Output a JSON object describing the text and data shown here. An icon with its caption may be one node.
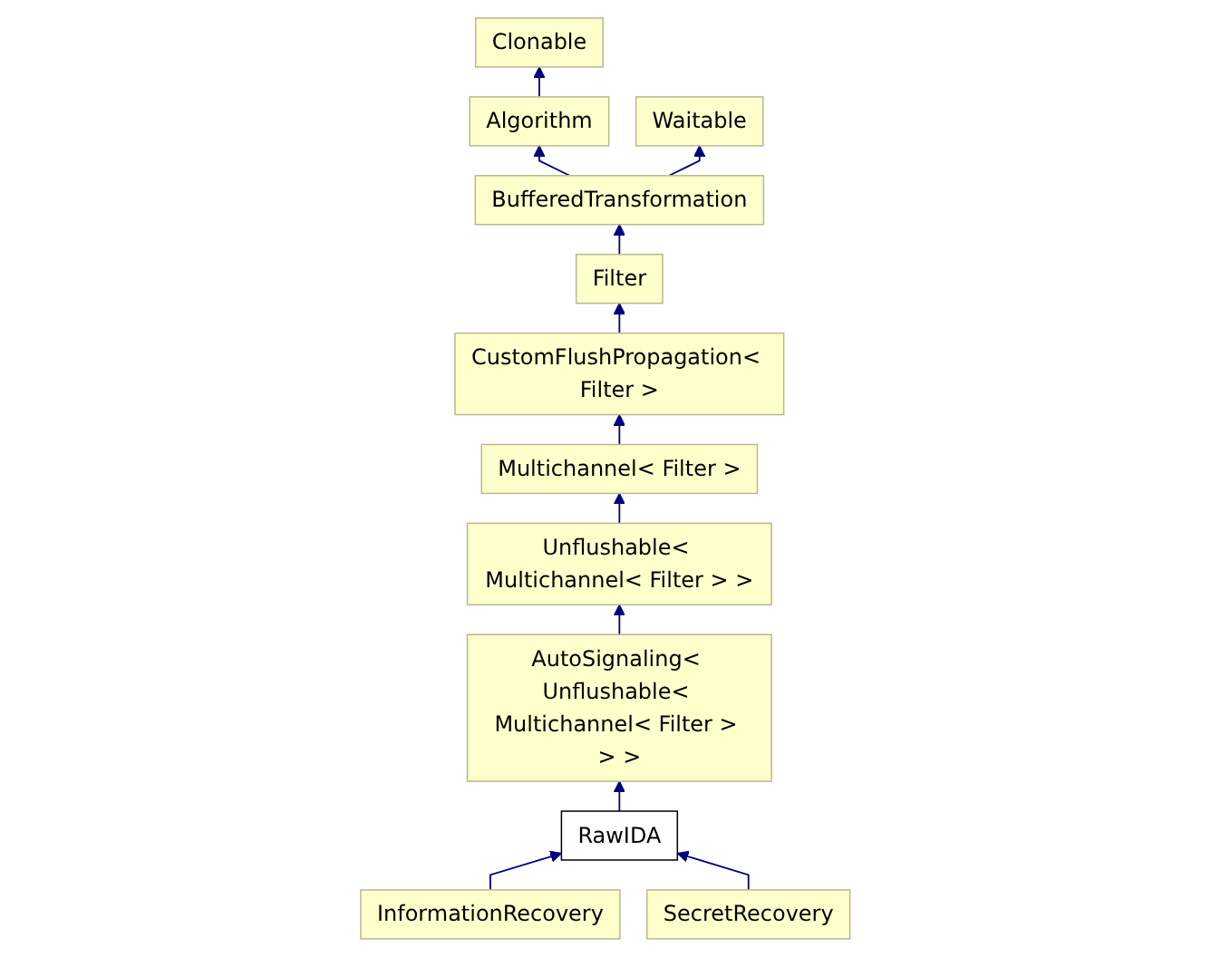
{
  "diagram": {
    "nodes": [
      {
        "text": [
          "Clonable"
        ]
      },
      {
        "text": [
          "Algorithm"
        ]
      },
      {
        "text": [
          "Waitable"
        ]
      },
      {
        "text": [
          "BufferedTransformation"
        ]
      },
      {
        "text": [
          "Filter"
        ]
      },
      {
        "text": [
          "CustomFlushPropagation< Filter >"
        ]
      },
      {
        "text": [
          "Multichannel< Filter >"
        ]
      },
      {
        "text": [
          "Unflushable< Multichannel< Filter > >"
        ]
      },
      {
        "text": [
          "AutoSignaling< Unflushable< Multichannel< Filter > > >"
        ]
      },
      {
        "text": [
          "RawIDA"
        ]
      },
      {
        "text": [
          "InformationRecovery"
        ]
      },
      {
        "text": [
          "SecretRecovery"
        ]
      }
    ],
    "edges": [
      {
        "from": 1,
        "to": 0,
        "arrow": "to"
      },
      {
        "from": 3,
        "to": 1,
        "arrow": "to"
      },
      {
        "from": 3,
        "to": 2,
        "arrow": "to"
      },
      {
        "from": 4,
        "to": 3,
        "arrow": "to"
      },
      {
        "from": 5,
        "to": 4,
        "arrow": "to"
      },
      {
        "from": 6,
        "to": 5,
        "arrow": "to"
      },
      {
        "from": 7,
        "to": 6,
        "arrow": "to"
      },
      {
        "from": 8,
        "to": 7,
        "arrow": "to"
      },
      {
        "from": 9,
        "to": 8,
        "arrow": "to"
      },
      {
        "from": 10,
        "to": 9,
        "arrow": "to"
      },
      {
        "from": 11,
        "to": 9,
        "arrow": "to"
      }
    ]
  }
}
